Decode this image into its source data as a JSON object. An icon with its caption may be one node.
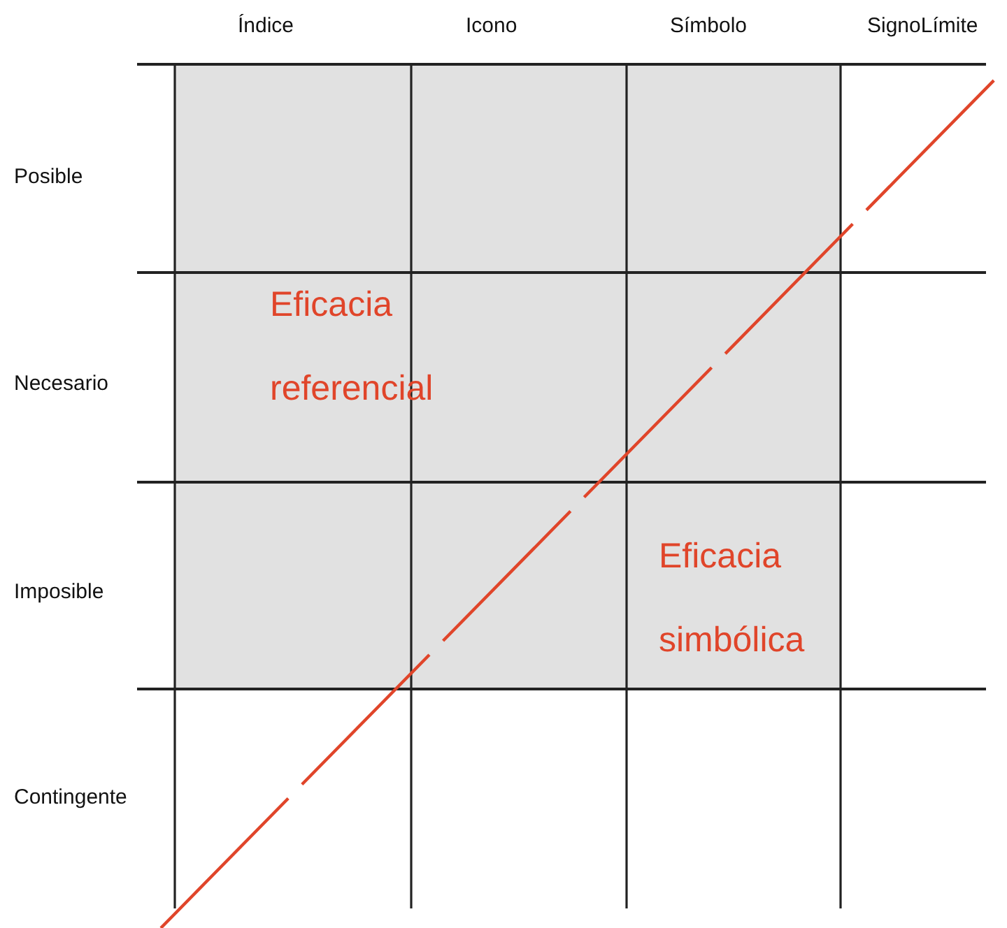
{
  "diagram": {
    "labels": [
      "Índice",
      "Icono",
      "Símbolo",
      "SignoLímite",
      "Posible",
      "Eficacia referencial",
      "Necesario",
      "Imposible",
      "Eficacia simbólica",
      "Contingente"
    ]
  }
}
